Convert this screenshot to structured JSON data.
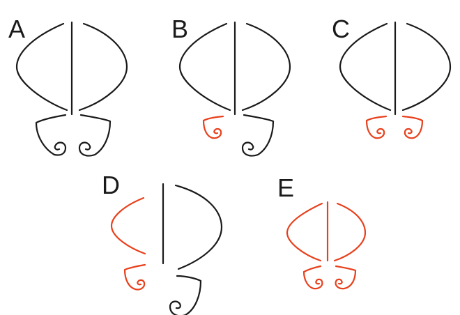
{
  "colors": {
    "black": "#1a1a1a",
    "red": "#e8401c"
  },
  "panels": [
    {
      "id": "a",
      "label": "A",
      "colors": {
        "outer_left": "black",
        "outer_right": "black",
        "stem": "black",
        "curl_left": "black",
        "curl_right": "black"
      }
    },
    {
      "id": "b",
      "label": "B",
      "colors": {
        "outer_left": "black",
        "outer_right": "black",
        "stem": "black",
        "curl_left": "red",
        "curl_right": "black"
      }
    },
    {
      "id": "c",
      "label": "C",
      "colors": {
        "outer_left": "black",
        "outer_right": "black",
        "stem": "black",
        "curl_left": "red",
        "curl_right": "red"
      }
    },
    {
      "id": "d",
      "label": "D",
      "colors": {
        "outer_left": "red",
        "outer_right": "black",
        "stem": "black",
        "curl_left": "red",
        "curl_right": "black"
      }
    },
    {
      "id": "e",
      "label": "E",
      "colors": {
        "outer_left": "red",
        "outer_right": "red",
        "stem": "red",
        "curl_left": "red",
        "curl_right": "red"
      }
    }
  ]
}
